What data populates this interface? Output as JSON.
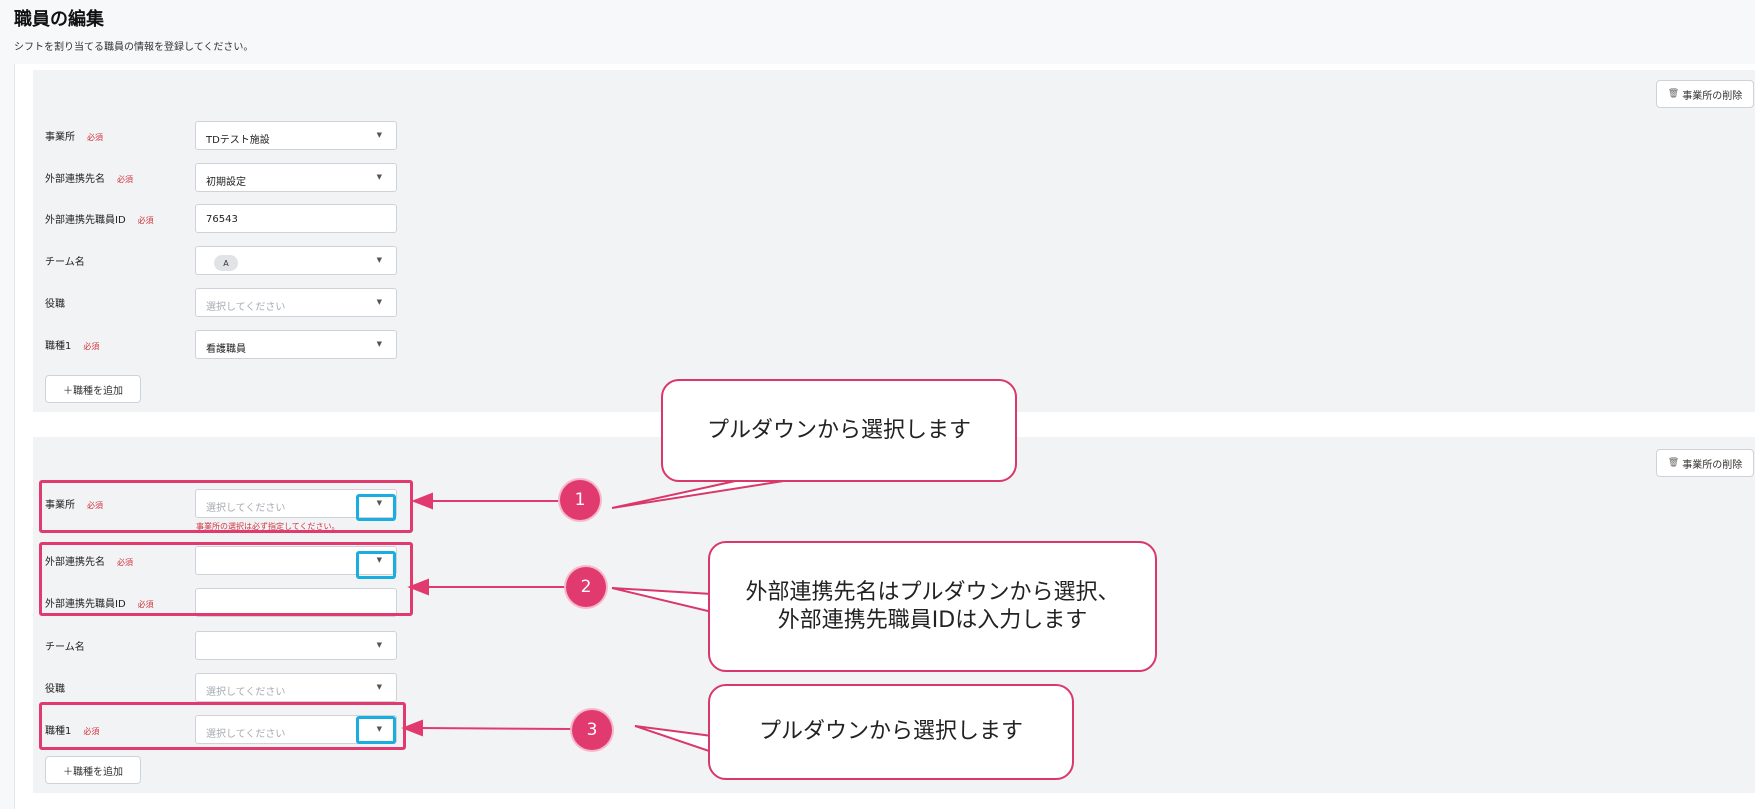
{
  "page": {
    "title": "職員の編集",
    "subtitle": "シフトを割り当てる職員の情報を登録してください。"
  },
  "labels": {
    "office": "事業所",
    "external_name": "外部連携先名",
    "external_id": "外部連携先職員ID",
    "team": "チーム名",
    "position": "役職",
    "job1": "職種1",
    "required": "必須",
    "delete_office": "事業所の削除",
    "add_job": "＋職種を追加",
    "placeholder": "選択してください"
  },
  "section1": {
    "office_value": "TDテスト施設",
    "external_name_value": "初期設定",
    "external_id_value": "76543",
    "team_chip": "A",
    "job1_value": "看護職員"
  },
  "section2": {
    "office_error": "事業所の選択は必ず指定してください。"
  },
  "annotations": {
    "num1": "1",
    "num2": "2",
    "num3": "3",
    "bubble1": "プルダウンから選択します",
    "bubble2_line1": "外部連携先名はプルダウンから選択、",
    "bubble2_line2": "外部連携先職員IDは入力します",
    "bubble3": "プルダウンから選択します"
  },
  "colors": {
    "highlight": "#e03a6f",
    "dropdown_highlight": "#1aaee0",
    "required": "#d0343e"
  },
  "icons": {
    "delete": "trash-icon",
    "dropdown": "caret-down-icon"
  }
}
